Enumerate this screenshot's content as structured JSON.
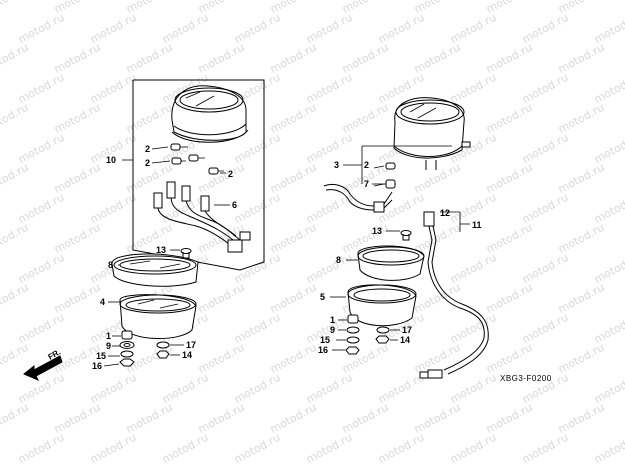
{
  "watermark": {
    "text": "motod.ru",
    "color": "#d9d9d9"
  },
  "direction": {
    "label": "FR.",
    "icon": "front-arrow-icon"
  },
  "diagram_code": "XBG3-F0200",
  "labels": {
    "l10": "10",
    "l2a": "2",
    "l2b": "2",
    "l2c": "2",
    "l6": "6",
    "l13": "13",
    "l8": "8",
    "l4": "4",
    "l1": "1",
    "l9": "9",
    "l15": "15",
    "l16": "16",
    "l17": "17",
    "l14": "14",
    "r3": "3",
    "r2": "2",
    "r7": "7",
    "r12": "12",
    "r11": "11",
    "r13": "13",
    "r8": "8",
    "r5": "5",
    "r1": "1",
    "r9": "9",
    "r15": "15",
    "r16": "16",
    "r17": "17",
    "r14": "14"
  }
}
